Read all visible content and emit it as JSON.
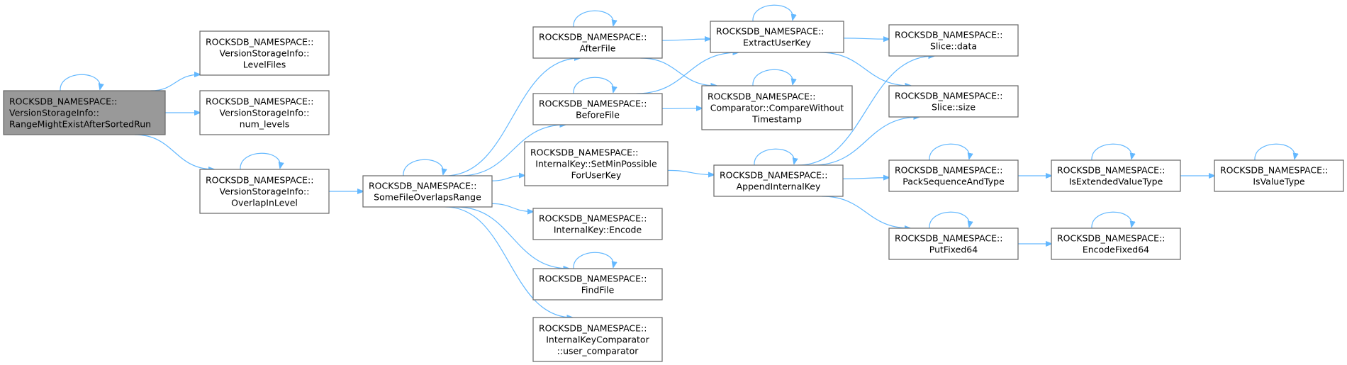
{
  "colors": {
    "edge": "#63b8ff",
    "node_fill": "#ffffff",
    "node_stroke": "#666666",
    "root_fill": "#999999"
  },
  "nodes": [
    {
      "id": "root",
      "name": "node-range-might-exist-after-sorted-run",
      "root": true,
      "lines": [
        "ROCKSDB_NAMESPACE::",
        "VersionStorageInfo::",
        "RangeMightExistAfterSortedRun"
      ]
    },
    {
      "id": "levelfiles",
      "name": "node-level-files",
      "lines": [
        "ROCKSDB_NAMESPACE::",
        "VersionStorageInfo::",
        "LevelFiles"
      ]
    },
    {
      "id": "numlevels",
      "name": "node-num-levels",
      "lines": [
        "ROCKSDB_NAMESPACE::",
        "VersionStorageInfo::",
        "num_levels"
      ]
    },
    {
      "id": "overlapinlevel",
      "name": "node-overlap-in-level",
      "lines": [
        "ROCKSDB_NAMESPACE::",
        "VersionStorageInfo::",
        "OverlapInLevel"
      ]
    },
    {
      "id": "somefile",
      "name": "node-some-file-overlaps-range",
      "lines": [
        "ROCKSDB_NAMESPACE::",
        "SomeFileOverlapsRange"
      ]
    },
    {
      "id": "afterfile",
      "name": "node-after-file",
      "lines": [
        "ROCKSDB_NAMESPACE::",
        "AfterFile"
      ]
    },
    {
      "id": "beforefile",
      "name": "node-before-file",
      "lines": [
        "ROCKSDB_NAMESPACE::",
        "BeforeFile"
      ]
    },
    {
      "id": "setmin",
      "name": "node-set-min-possible-for-user-key",
      "lines": [
        "ROCKSDB_NAMESPACE::",
        "InternalKey::SetMinPossible",
        "ForUserKey"
      ]
    },
    {
      "id": "encode",
      "name": "node-internal-key-encode",
      "lines": [
        "ROCKSDB_NAMESPACE::",
        "InternalKey::Encode"
      ]
    },
    {
      "id": "findfile",
      "name": "node-find-file",
      "lines": [
        "ROCKSDB_NAMESPACE::",
        "FindFile"
      ]
    },
    {
      "id": "usercomparator",
      "name": "node-user-comparator",
      "lines": [
        "ROCKSDB_NAMESPACE::",
        "InternalKeyComparator",
        "::user_comparator"
      ]
    },
    {
      "id": "extractuserkey",
      "name": "node-extract-user-key",
      "lines": [
        "ROCKSDB_NAMESPACE::",
        "ExtractUserKey"
      ]
    },
    {
      "id": "comparewithout",
      "name": "node-compare-without-timestamp",
      "lines": [
        "ROCKSDB_NAMESPACE::",
        "Comparator::CompareWithout",
        "Timestamp"
      ]
    },
    {
      "id": "appendinternalkey",
      "name": "node-append-internal-key",
      "lines": [
        "ROCKSDB_NAMESPACE::",
        "AppendInternalKey"
      ]
    },
    {
      "id": "slicedata",
      "name": "node-slice-data",
      "lines": [
        "ROCKSDB_NAMESPACE::",
        "Slice::data"
      ]
    },
    {
      "id": "slicesize",
      "name": "node-slice-size",
      "lines": [
        "ROCKSDB_NAMESPACE::",
        "Slice::size"
      ]
    },
    {
      "id": "packseq",
      "name": "node-pack-sequence-and-type",
      "lines": [
        "ROCKSDB_NAMESPACE::",
        "PackSequenceAndType"
      ]
    },
    {
      "id": "putfixed64",
      "name": "node-put-fixed64",
      "lines": [
        "ROCKSDB_NAMESPACE::",
        "PutFixed64"
      ]
    },
    {
      "id": "isextended",
      "name": "node-is-extended-value-type",
      "lines": [
        "ROCKSDB_NAMESPACE::",
        "IsExtendedValueType"
      ]
    },
    {
      "id": "encodefixed64",
      "name": "node-encode-fixed64",
      "lines": [
        "ROCKSDB_NAMESPACE::",
        "EncodeFixed64"
      ]
    },
    {
      "id": "isvaluetype",
      "name": "node-is-value-type",
      "lines": [
        "ROCKSDB_NAMESPACE::",
        "IsValueType"
      ]
    }
  ],
  "edges": [
    {
      "from": "root",
      "to": "root"
    },
    {
      "from": "root",
      "to": "levelfiles"
    },
    {
      "from": "root",
      "to": "numlevels"
    },
    {
      "from": "root",
      "to": "overlapinlevel"
    },
    {
      "from": "overlapinlevel",
      "to": "overlapinlevel"
    },
    {
      "from": "overlapinlevel",
      "to": "somefile"
    },
    {
      "from": "somefile",
      "to": "somefile"
    },
    {
      "from": "somefile",
      "to": "afterfile"
    },
    {
      "from": "somefile",
      "to": "beforefile"
    },
    {
      "from": "somefile",
      "to": "setmin"
    },
    {
      "from": "somefile",
      "to": "encode"
    },
    {
      "from": "somefile",
      "to": "findfile"
    },
    {
      "from": "somefile",
      "to": "usercomparator"
    },
    {
      "from": "afterfile",
      "to": "afterfile"
    },
    {
      "from": "afterfile",
      "to": "extractuserkey"
    },
    {
      "from": "afterfile",
      "to": "comparewithout"
    },
    {
      "from": "beforefile",
      "to": "beforefile"
    },
    {
      "from": "beforefile",
      "to": "extractuserkey"
    },
    {
      "from": "beforefile",
      "to": "comparewithout"
    },
    {
      "from": "setmin",
      "to": "appendinternalkey"
    },
    {
      "from": "findfile",
      "to": "findfile"
    },
    {
      "from": "extractuserkey",
      "to": "extractuserkey"
    },
    {
      "from": "extractuserkey",
      "to": "slicedata"
    },
    {
      "from": "extractuserkey",
      "to": "slicesize"
    },
    {
      "from": "comparewithout",
      "to": "comparewithout"
    },
    {
      "from": "appendinternalkey",
      "to": "appendinternalkey"
    },
    {
      "from": "appendinternalkey",
      "to": "slicedata"
    },
    {
      "from": "appendinternalkey",
      "to": "slicesize"
    },
    {
      "from": "appendinternalkey",
      "to": "packseq"
    },
    {
      "from": "appendinternalkey",
      "to": "putfixed64"
    },
    {
      "from": "packseq",
      "to": "packseq"
    },
    {
      "from": "packseq",
      "to": "isextended"
    },
    {
      "from": "putfixed64",
      "to": "putfixed64"
    },
    {
      "from": "putfixed64",
      "to": "encodefixed64"
    },
    {
      "from": "isextended",
      "to": "isextended"
    },
    {
      "from": "isextended",
      "to": "isvaluetype"
    },
    {
      "from": "encodefixed64",
      "to": "encodefixed64"
    },
    {
      "from": "isvaluetype",
      "to": "isvaluetype"
    }
  ]
}
